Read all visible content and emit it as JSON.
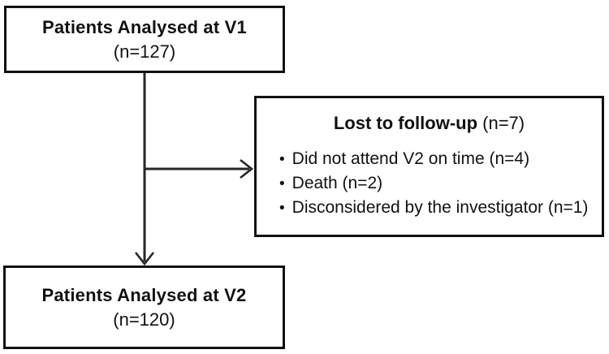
{
  "diagram": {
    "box_v1": {
      "title": "Patients Analysed at V1",
      "count": "(n=127)"
    },
    "box_lost": {
      "title_bold": "Lost to follow-up",
      "title_count": " (n=7)",
      "bullet_char": "•",
      "bullets": [
        "Did not attend V2 on time (n=4)",
        "Death (n=2)",
        "Disconsidered by the investigator (n=1)"
      ]
    },
    "box_v2": {
      "title": "Patients Analysed at V2",
      "count": "(n=120)"
    },
    "colors": {
      "background": "#ffffff",
      "box_border": "#111111",
      "text": "#111111",
      "arrow": "#262626"
    }
  }
}
